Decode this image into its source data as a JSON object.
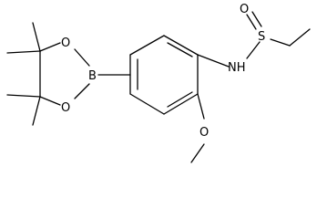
{
  "structure": {
    "atom_labels": {
      "sulfinyl_oxygen": "O",
      "sulfur": "S",
      "amine": "NH",
      "methoxy_oxygen": "O",
      "boron": "B",
      "boronate_oxygen_top": "O",
      "boronate_oxygen_bottom": "O"
    }
  }
}
